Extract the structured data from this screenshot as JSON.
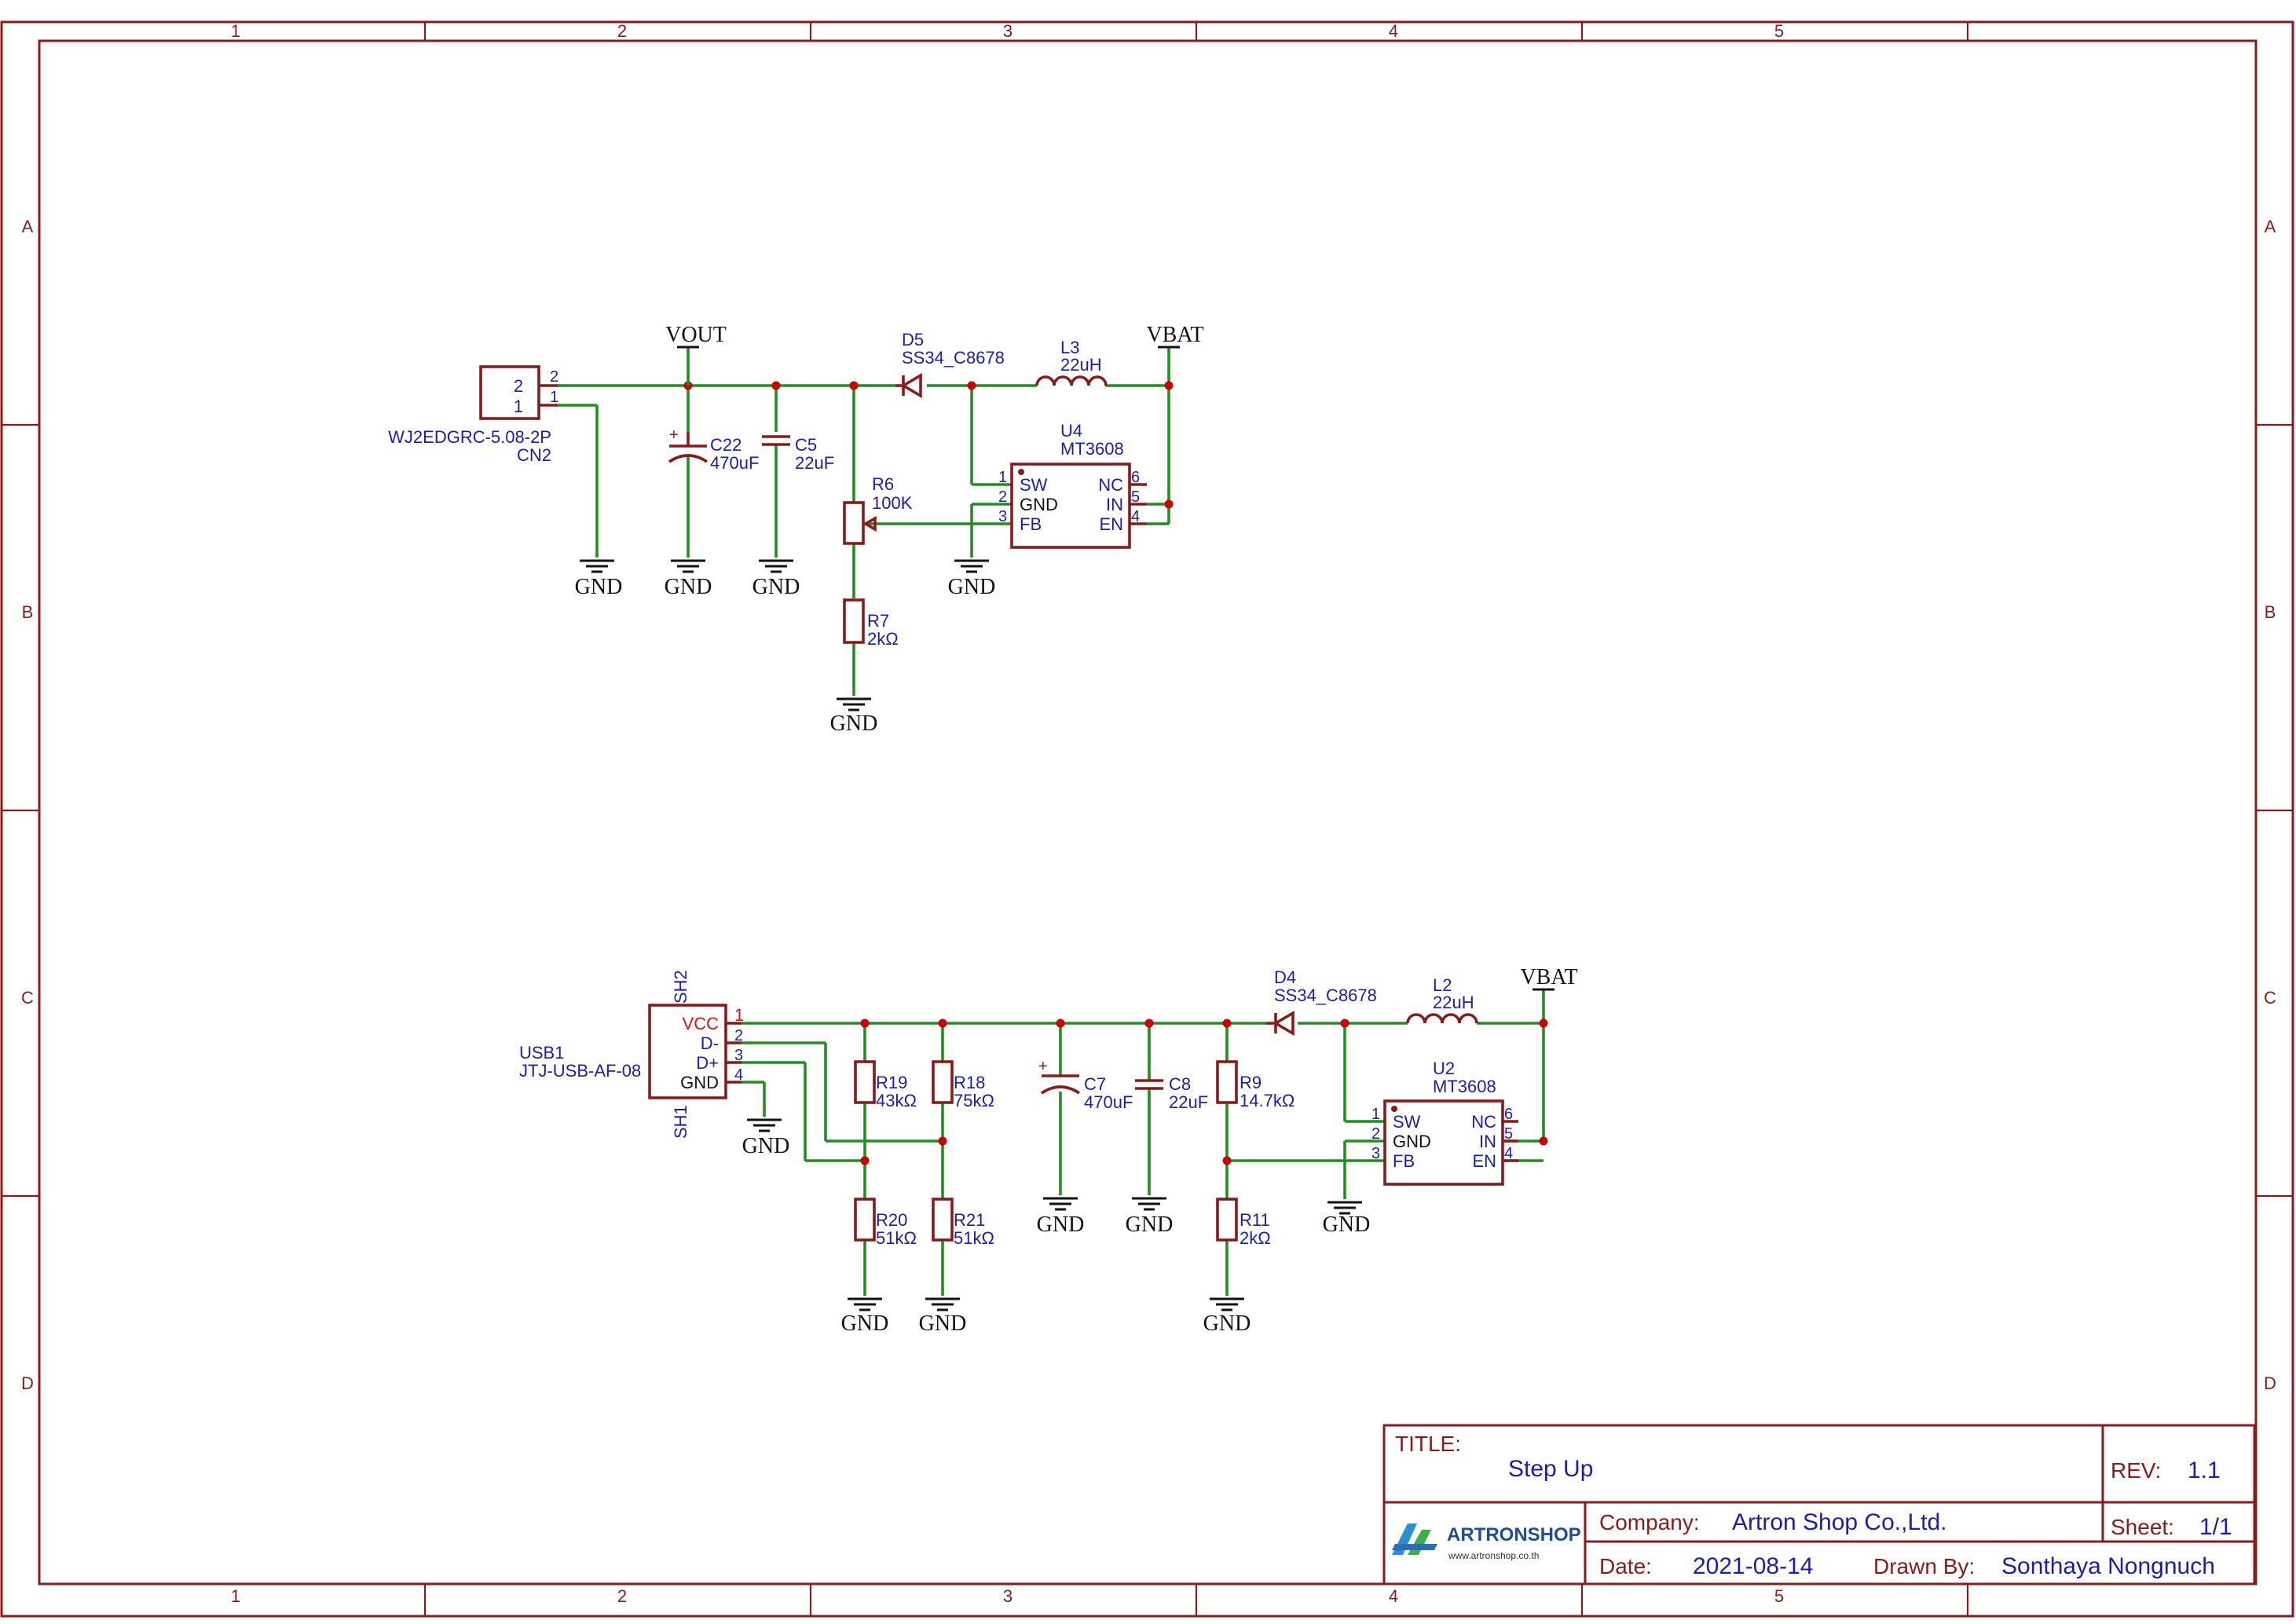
{
  "border": {
    "columns": [
      "1",
      "2",
      "3",
      "4",
      "5"
    ],
    "rows": [
      "A",
      "B",
      "C",
      "D"
    ]
  },
  "circuit1": {
    "cn2": {
      "model": "WJ2EDGRC-5.08-2P",
      "name": "CN2",
      "pin1": "1",
      "pin2": "2",
      "pin1_label": "1",
      "pin2_label": "2"
    },
    "vout": "VOUT",
    "vbat": "VBAT",
    "c22": {
      "name": "C22",
      "value": "470uF"
    },
    "c5": {
      "name": "C5",
      "value": "22uF"
    },
    "d5": {
      "name": "D5",
      "value": "SS34_C8678"
    },
    "l3": {
      "name": "L3",
      "value": "22uH"
    },
    "u4": {
      "name": "U4",
      "value": "MT3608",
      "pins": {
        "sw": "SW",
        "gnd": "GND",
        "fb": "FB",
        "nc": "NC",
        "in": "IN",
        "en": "EN",
        "p1": "1",
        "p2": "2",
        "p3": "3",
        "p4": "4",
        "p5": "5",
        "p6": "6"
      }
    },
    "r6": {
      "name": "R6",
      "value": "100K"
    },
    "r7": {
      "name": "R7",
      "value": "2kΩ"
    },
    "gnd": "GND"
  },
  "circuit2": {
    "usb1": {
      "name": "USB1",
      "model": "JTJ-USB-AF-08",
      "sh1": "SH1",
      "sh2": "SH2",
      "vcc": "VCC",
      "dm": "D-",
      "dp": "D+",
      "gnd": "GND",
      "p1": "1",
      "p2": "2",
      "p3": "3",
      "p4": "4"
    },
    "vbat": "VBAT",
    "r19": {
      "name": "R19",
      "value": "43kΩ"
    },
    "r18": {
      "name": "R18",
      "value": "75kΩ"
    },
    "r20": {
      "name": "R20",
      "value": "51kΩ"
    },
    "r21": {
      "name": "R21",
      "value": "51kΩ"
    },
    "c7": {
      "name": "C7",
      "value": "470uF"
    },
    "c8": {
      "name": "C8",
      "value": "22uF"
    },
    "r9": {
      "name": "R9",
      "value": "14.7kΩ"
    },
    "r11": {
      "name": "R11",
      "value": "2kΩ"
    },
    "d4": {
      "name": "D4",
      "value": "SS34_C8678"
    },
    "l2": {
      "name": "L2",
      "value": "22uH"
    },
    "u2": {
      "name": "U2",
      "value": "MT3608",
      "pins": {
        "sw": "SW",
        "gnd": "GND",
        "fb": "FB",
        "nc": "NC",
        "in": "IN",
        "en": "EN",
        "p1": "1",
        "p2": "2",
        "p3": "3",
        "p4": "4",
        "p5": "5",
        "p6": "6"
      }
    },
    "gnd": "GND"
  },
  "title_block": {
    "title_label": "TITLE:",
    "title": "Step Up",
    "rev_label": "REV:",
    "rev": "1.1",
    "company_label": "Company:",
    "company": "Artron Shop Co.,Ltd.",
    "sheet_label": "Sheet:",
    "sheet": "1/1",
    "date_label": "Date:",
    "date": "2021-08-14",
    "drawn_label": "Drawn By:",
    "drawn_by": "Sonthaya Nongnuch",
    "logo_text": "ARTRONSHOP",
    "logo_url": "www.artronshop.co.th"
  }
}
